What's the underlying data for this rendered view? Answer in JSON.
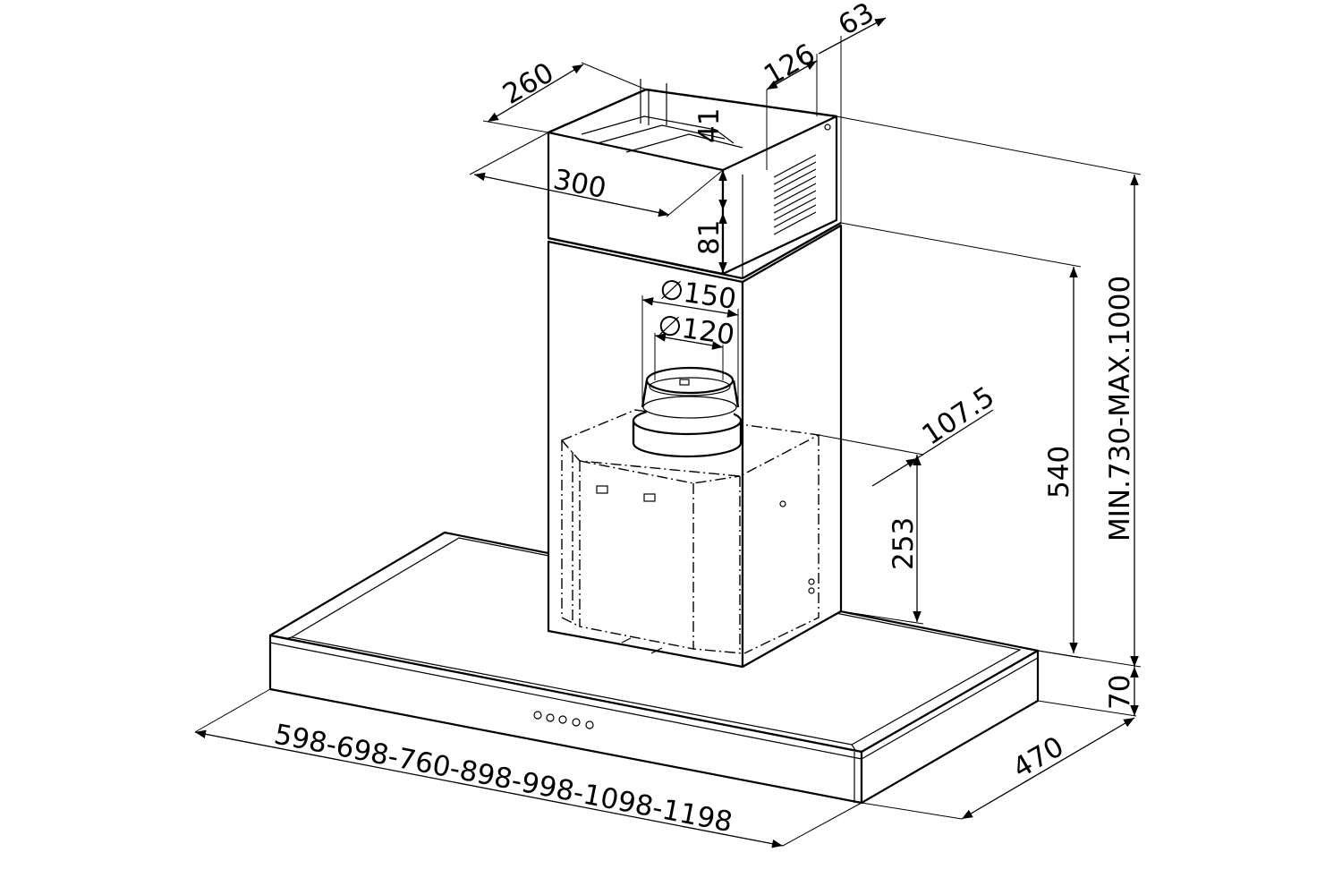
{
  "dimensions": {
    "width_options": "598-698-760-898-998-1098-1198",
    "depth": "470",
    "canopy_height": "70",
    "chimney_height_range": "MIN.730-MAX.1000",
    "lower_chimney_height": "540",
    "motor_height": "253",
    "motor_offset": "107.5",
    "outlet_outer_diameter": "∅150",
    "outlet_inner_diameter": "∅120",
    "bracket_width": "300",
    "bracket_depth": "260",
    "bracket_offset_126": "126",
    "bracket_offset_63": "63",
    "bracket_height_81": "81",
    "bracket_height_41": "41"
  },
  "controls": {
    "button_count": 5
  }
}
